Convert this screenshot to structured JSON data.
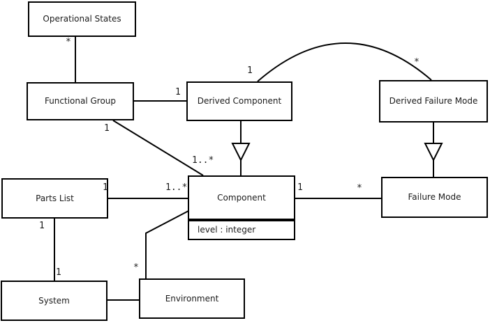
{
  "diagram_type": "uml-class-diagram",
  "colors": {
    "background": "#ffffff",
    "line": "#000000",
    "text": "#1a1a1a"
  },
  "boxes": {
    "operational_states": {
      "label": "Operational States"
    },
    "functional_group": {
      "label": "Functional Group"
    },
    "derived_component": {
      "label": "Derived Component"
    },
    "derived_failure_mode": {
      "label": "Derived Failure Mode"
    },
    "parts_list": {
      "label": "Parts List"
    },
    "component": {
      "label": "Component",
      "attribute": "level : integer"
    },
    "failure_mode": {
      "label": "Failure Mode"
    },
    "system": {
      "label": "System"
    },
    "environment": {
      "label": "Environment"
    }
  },
  "multiplicities": {
    "os_fg_near_os": "*",
    "fg_comp_near_fg": "1",
    "fg_dc_near_dc": "1",
    "dc_dfm_near_dc": "1",
    "dc_dfm_near_dfm": "*",
    "fg_comp_near_comp": "1..*",
    "pl_comp_near_pl": "1",
    "pl_comp_near_comp": "1..*",
    "comp_fm_near_comp": "1",
    "comp_fm_near_fm": "*",
    "pl_sys_near_pl": "1",
    "pl_sys_near_sys": "1",
    "env_comp_near_env": "*"
  },
  "relationships": [
    {
      "from": "Operational States",
      "to": "Functional Group",
      "type": "association"
    },
    {
      "from": "Functional Group",
      "to": "Derived Component",
      "type": "association"
    },
    {
      "from": "Derived Component",
      "to": "Derived Failure Mode",
      "type": "association"
    },
    {
      "from": "Functional Group",
      "to": "Component",
      "type": "association"
    },
    {
      "from": "Derived Component",
      "to": "Component",
      "type": "generalization"
    },
    {
      "from": "Derived Failure Mode",
      "to": "Failure Mode",
      "type": "generalization"
    },
    {
      "from": "Parts List",
      "to": "Component",
      "type": "association"
    },
    {
      "from": "Component",
      "to": "Failure Mode",
      "type": "association"
    },
    {
      "from": "Parts List",
      "to": "System",
      "type": "association"
    },
    {
      "from": "System",
      "to": "Environment",
      "type": "association"
    },
    {
      "from": "Environment",
      "to": "Component",
      "type": "association"
    }
  ]
}
